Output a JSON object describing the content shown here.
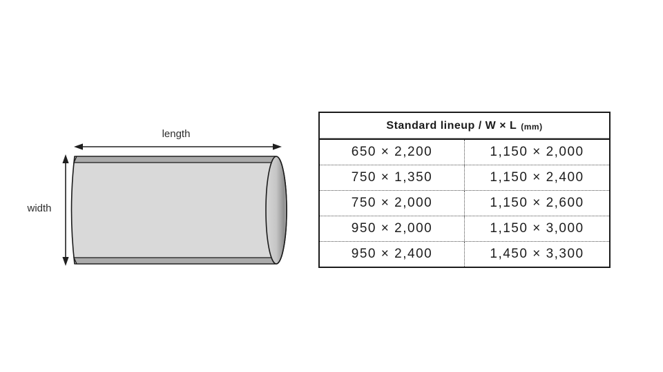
{
  "diagram": {
    "length_label": "length",
    "width_label": "width",
    "body_color": "#d9d9d9",
    "band_color": "#ababab",
    "outline_color": "#1a1a1a"
  },
  "table": {
    "header_title": "Standard lineup / W × L",
    "header_unit": "(mm)",
    "rows": [
      [
        "650 × 2,200",
        "1,150 × 2,000"
      ],
      [
        "750 × 1,350",
        "1,150 × 2,400"
      ],
      [
        "750 × 2,000",
        "1,150 × 2,600"
      ],
      [
        "950 × 2,000",
        "1,150 × 3,000"
      ],
      [
        "950 × 2,400",
        "1,450 × 3,300"
      ]
    ]
  }
}
